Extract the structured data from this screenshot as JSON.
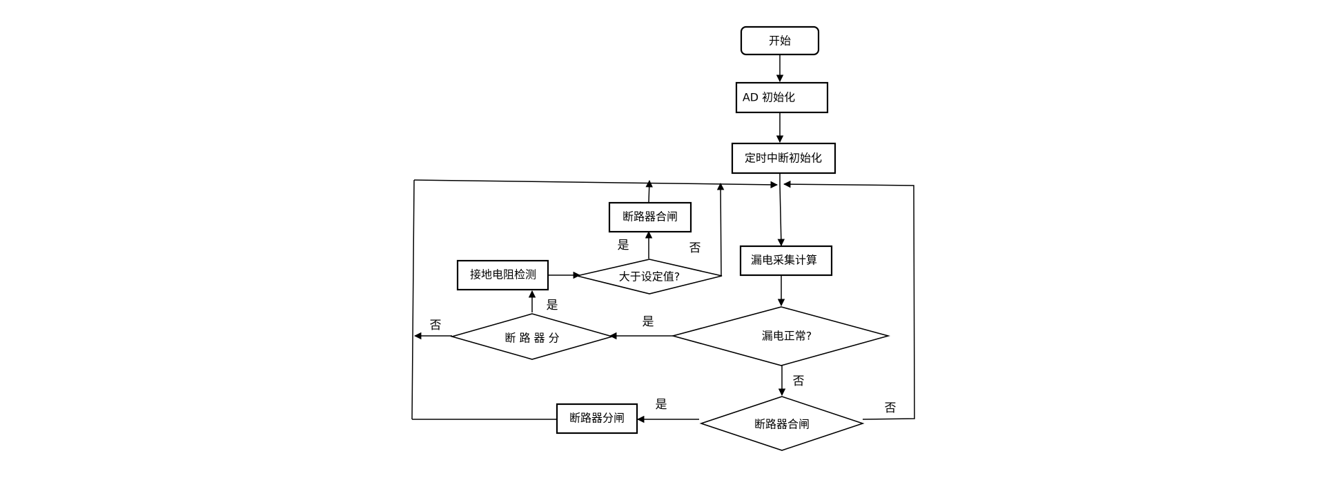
{
  "nodes": {
    "start": "开始",
    "ad_init": "AD 初始化",
    "timer_init": "定时中断初始化",
    "leak_calc": "漏电采集计算",
    "leak_normal": "漏电正常?",
    "breaker_closed_bottom": "断路器合闸",
    "breaker_open_action": "断路器分闸",
    "breaker_open_check": "断 路 器 分",
    "ground_check": "接地电阻检测",
    "greater_than_setpoint": "大于设定值?",
    "breaker_close_action": "断路器合闸"
  },
  "edge_labels": {
    "yes": "是",
    "no": "否"
  }
}
